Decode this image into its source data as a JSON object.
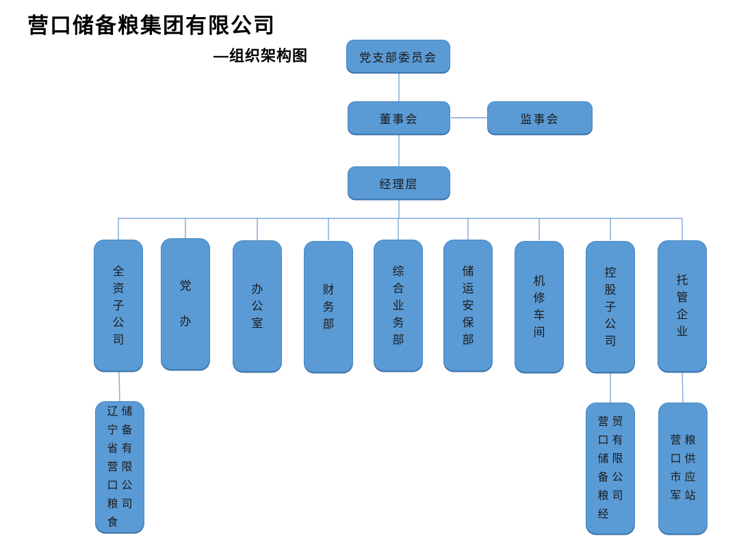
{
  "page": {
    "title": "营口储备粮集团有限公司",
    "subtitle": "—组织架构图"
  },
  "colors": {
    "box_fill": "#5b9bd5",
    "box_border": "#41719c",
    "connector": "#7ca6d8",
    "text": "#1a1a1a",
    "title_text": "#000000"
  },
  "org": {
    "party_committee": {
      "label": "党支部委员会"
    },
    "board": {
      "label": "董事会"
    },
    "supervisory": {
      "label": "监事会"
    },
    "management": {
      "label": "经理层"
    },
    "departments": [
      {
        "label": "全资子公司"
      },
      {
        "label": "党办"
      },
      {
        "label": "办公室"
      },
      {
        "label": "财务部"
      },
      {
        "label": "综合业务部"
      },
      {
        "label": "储运安保部"
      },
      {
        "label": "机修车间"
      },
      {
        "label": "控股子公司"
      },
      {
        "label": "托管企业"
      }
    ],
    "subsidiaries": [
      {
        "parent": "全资子公司",
        "full_name": "辽宁省营口粮食储备有限公司",
        "columns": [
          "辽宁省营口粮食",
          "储备有限公司"
        ]
      },
      {
        "parent": "控股子公司",
        "full_name": "营口储备粮经贸有限公司",
        "columns": [
          "营口储备粮经",
          "贸有限公司"
        ]
      },
      {
        "parent": "托管企业",
        "full_name": "营口市军粮供应站",
        "columns": [
          "营口市军",
          "粮供应站"
        ]
      }
    ]
  }
}
